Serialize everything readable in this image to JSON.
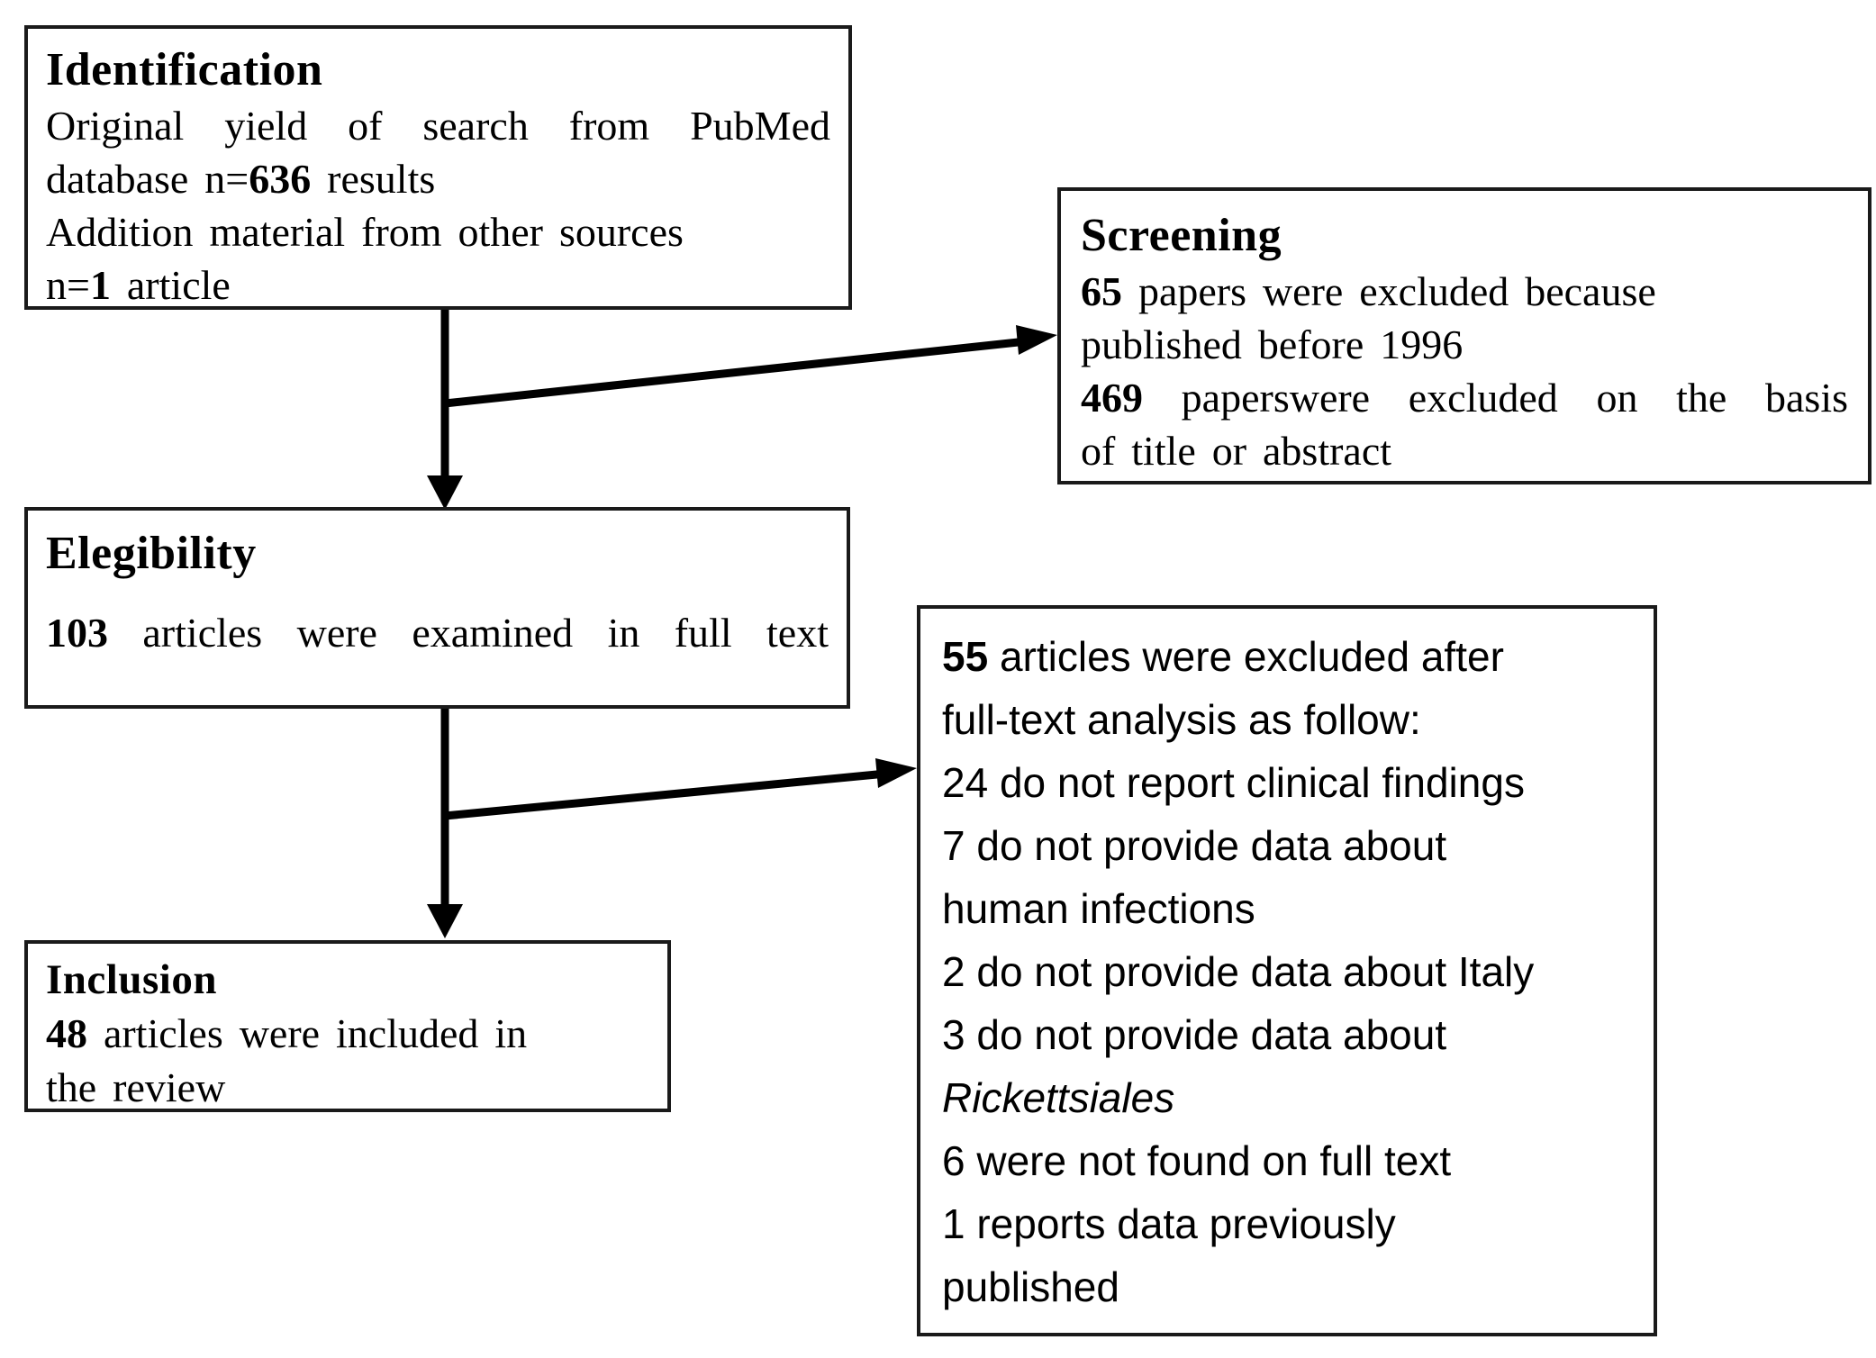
{
  "diagram": {
    "boxes": {
      "identification": {
        "heading": "Identification",
        "lines": [
          [
            {
              "text": "Original yield of search from PubMed"
            }
          ],
          [
            {
              "text": "database n="
            },
            {
              "text": "636",
              "bold": true
            },
            {
              "text": " results"
            }
          ],
          [
            {
              "text": "Addition material from other sources"
            }
          ],
          [
            {
              "text": "n="
            },
            {
              "text": "1",
              "bold": true
            },
            {
              "text": " article"
            }
          ]
        ]
      },
      "screening": {
        "heading": "Screening",
        "lines": [
          [
            {
              "text": "65",
              "bold": true
            },
            {
              "text": " papers were excluded because"
            }
          ],
          [
            {
              "text": "published before 1996"
            }
          ],
          [
            {
              "text": "469",
              "bold": true
            },
            {
              "text": " paperswere excluded on the basis"
            }
          ],
          [
            {
              "text": "of title or abstract"
            }
          ]
        ]
      },
      "eligibility": {
        "heading": "Elegibility",
        "lines": [
          [
            {
              "text": "103",
              "bold": true
            },
            {
              "text": " articles were examined in full text"
            }
          ]
        ]
      },
      "fulltext_exclusions": {
        "lines": [
          [
            {
              "text": "55",
              "bold": true
            },
            {
              "text": " articles were excluded after"
            }
          ],
          [
            {
              "text": "full-text analysis as follow:"
            }
          ],
          [
            {
              "text": "24 do not report clinical findings"
            }
          ],
          [
            {
              "text": "7 do not provide data about"
            }
          ],
          [
            {
              "text": "human infections"
            }
          ],
          [
            {
              "text": "2 do not provide data about Italy"
            }
          ],
          [
            {
              "text": "3 do not provide data about"
            }
          ],
          [
            {
              "text": "Rickettsiales",
              "italic": true
            }
          ],
          [
            {
              "text": "6 were not found on full text"
            }
          ],
          [
            {
              "text": "1 reports data previously"
            }
          ],
          [
            {
              "text": "published"
            }
          ]
        ]
      },
      "inclusion": {
        "heading": "Inclusion",
        "lines": [
          [
            {
              "text": "48",
              "bold": true
            },
            {
              "text": " articles were included in"
            }
          ],
          [
            {
              "text": "the review"
            }
          ]
        ]
      }
    },
    "colors": {
      "ink": "#000000",
      "border": "#1a1a1a",
      "background": "#ffffff"
    }
  }
}
